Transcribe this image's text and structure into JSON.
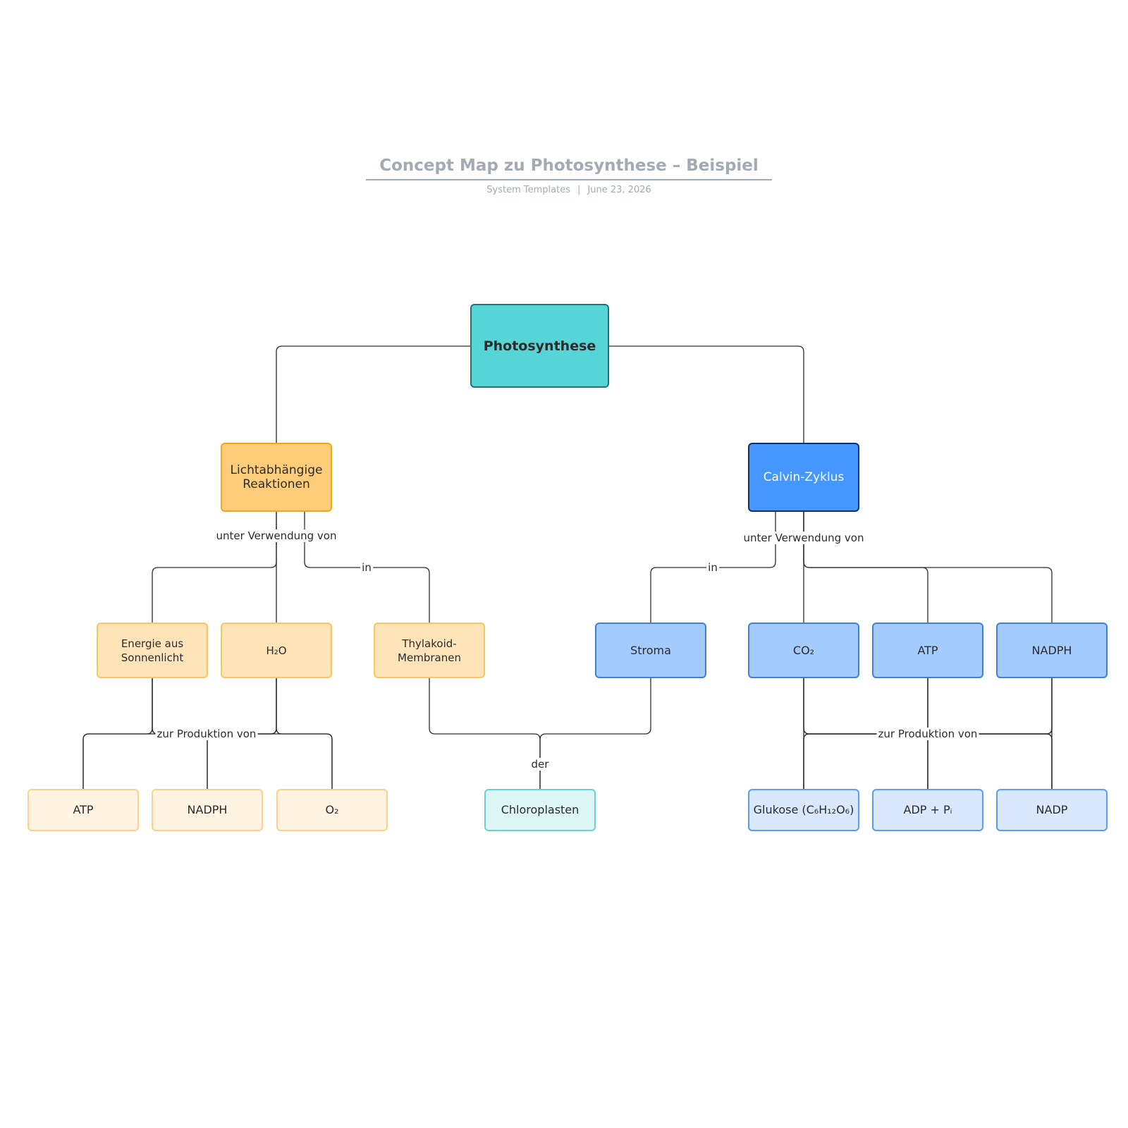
{
  "header": {
    "title": "Concept Map zu Photosynthese – Beispiel",
    "source": "System Templates",
    "date": "June 23, 2026"
  },
  "nodes": {
    "photosynthese": "Photosynthese",
    "licht": "Lichtabhängige\nReaktionen",
    "calvin": "Calvin-Zyklus",
    "energie": "Energie aus\nSonnenlicht",
    "h2o": "H₂O",
    "thylakoid": "Thylakoid-Membranen",
    "stroma": "Stroma",
    "co2": "CO₂",
    "atp_right": "ATP",
    "nadph_right": "NADPH",
    "atp_left": "ATP",
    "nadph_left": "NADPH",
    "o2": "O₂",
    "chloroplasten": "Chloroplasten",
    "glukose": "Glukose (C₆H₁₂O₆)",
    "adp": "ADP + Pᵢ",
    "nadp": "NADP"
  },
  "links": {
    "unter_left": "unter Verwendung von",
    "in_left": "in",
    "unter_right": "unter Verwendung von",
    "in_right": "in",
    "zur_left": "zur Produktion von",
    "der": "der",
    "zur_right": "zur Produktion von"
  }
}
